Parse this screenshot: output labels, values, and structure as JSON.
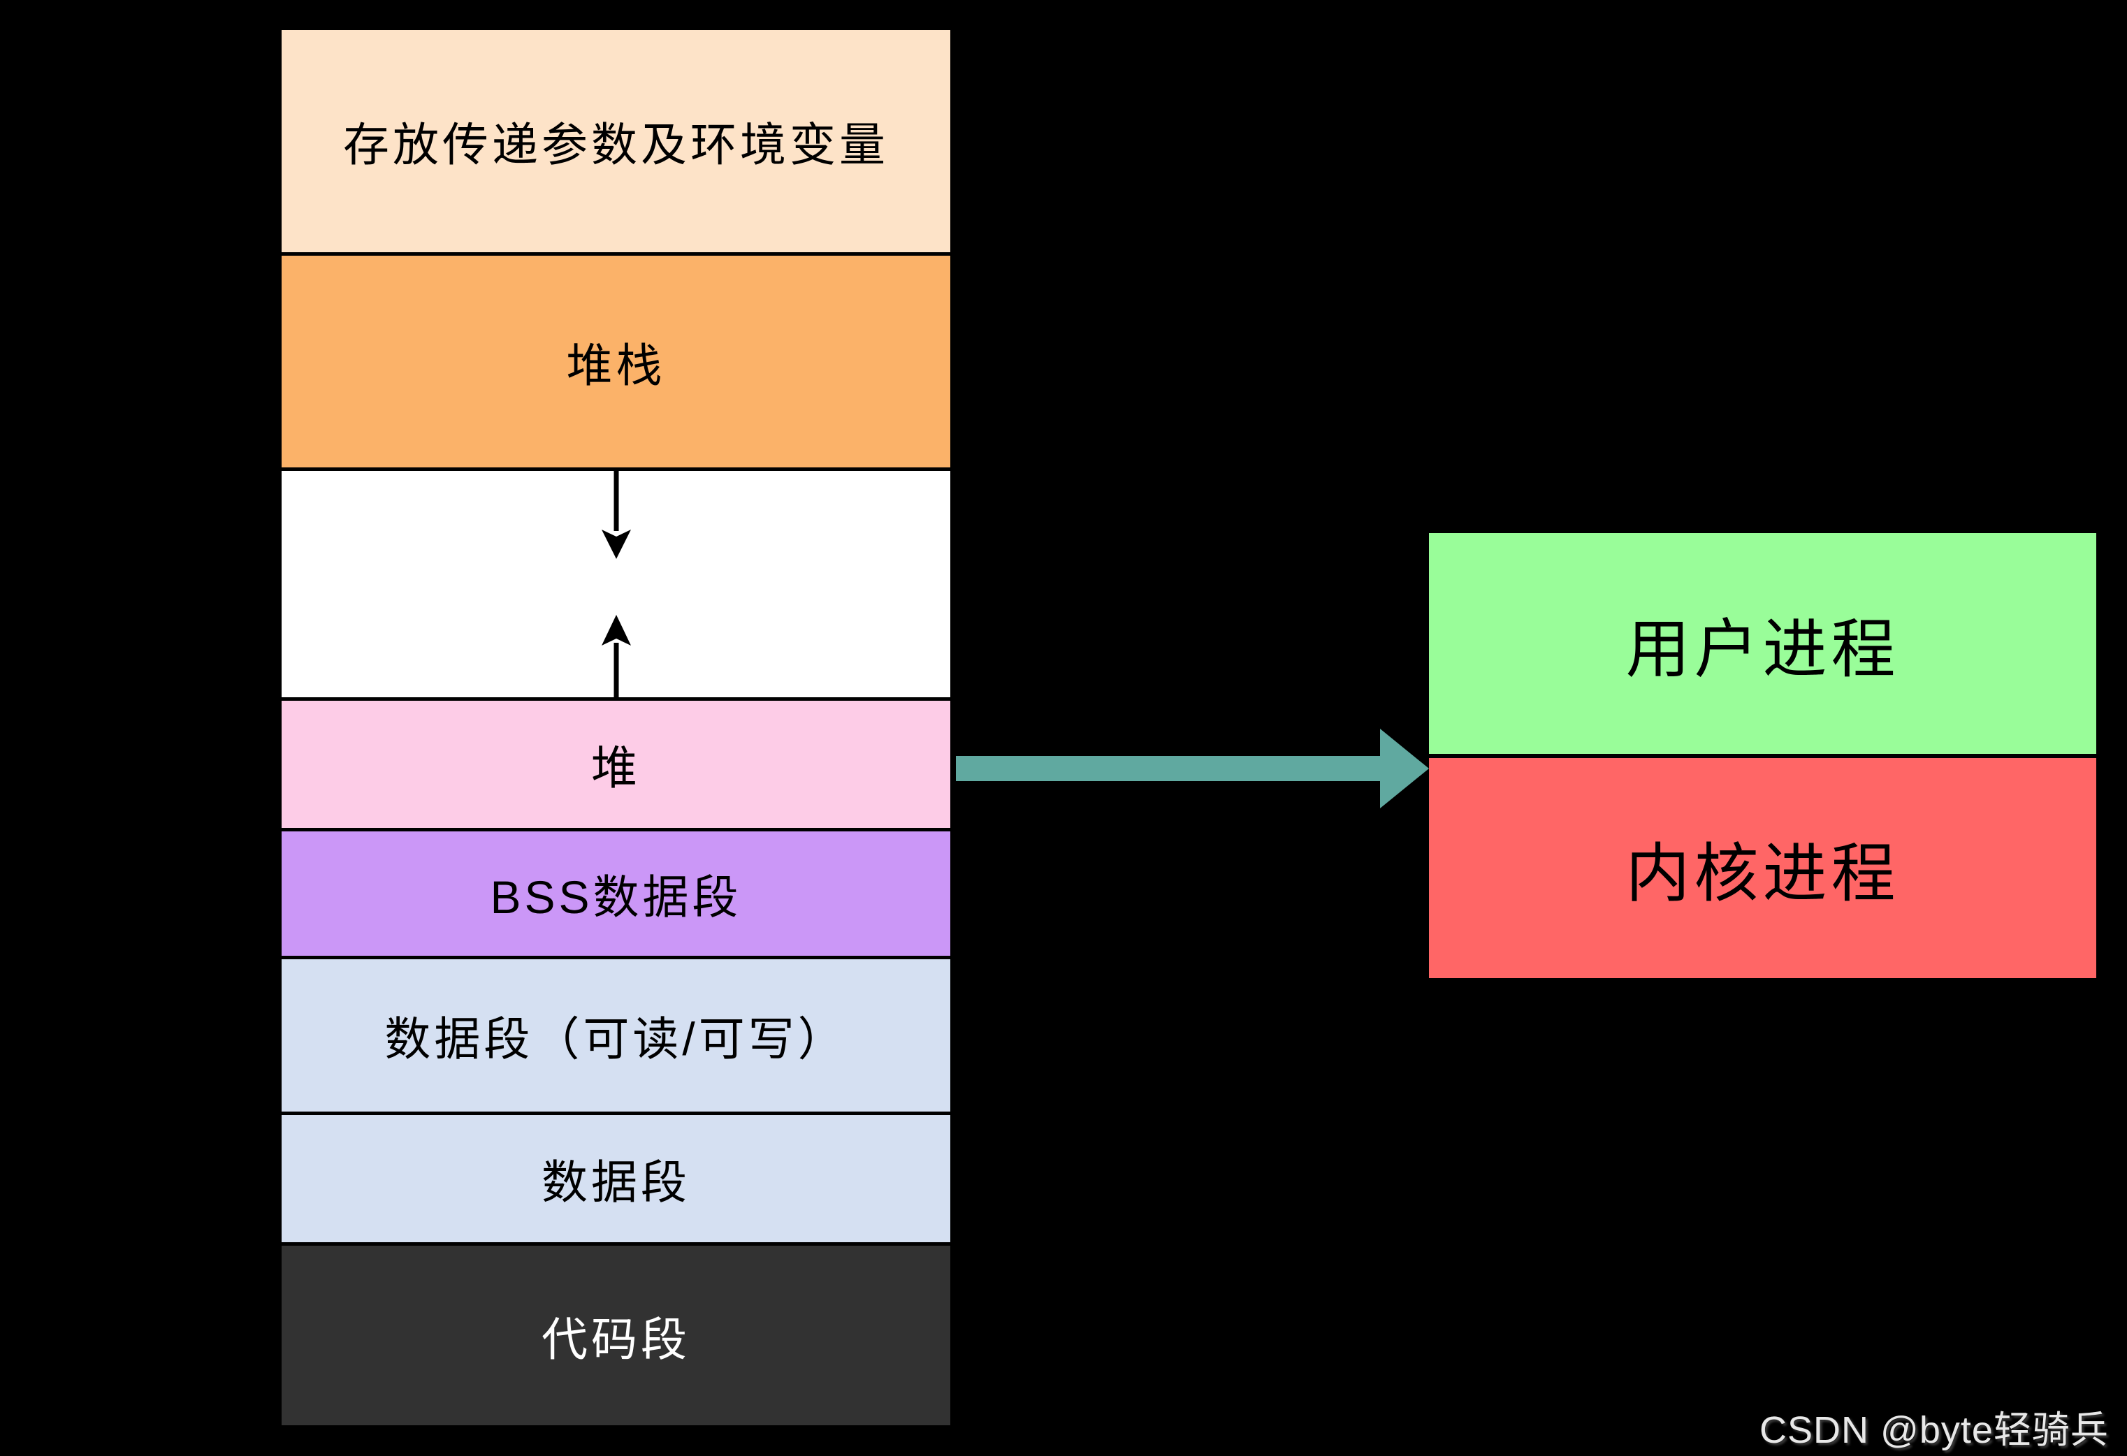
{
  "canvas": {
    "background": "#000000"
  },
  "memory_stack": {
    "segments": [
      {
        "id": "params",
        "label": "存放传递参数及环境变量",
        "fill": "#FDE3C8",
        "text_color": "#000000"
      },
      {
        "id": "stack",
        "label": "堆栈",
        "fill": "#FBB269",
        "text_color": "#000000"
      },
      {
        "id": "free",
        "label": "",
        "fill": "#FFFFFF",
        "text_color": "#000000"
      },
      {
        "id": "heap",
        "label": "堆",
        "fill": "#FDCCE7",
        "text_color": "#000000"
      },
      {
        "id": "bss",
        "label": "BSS数据段",
        "fill": "#CB97F7",
        "text_color": "#000000"
      },
      {
        "id": "data_rw",
        "label": "数据段（可读/可写）",
        "fill": "#D5E0F2",
        "text_color": "#000000"
      },
      {
        "id": "data",
        "label": "数据段",
        "fill": "#D5E0F2",
        "text_color": "#000000"
      },
      {
        "id": "code",
        "label": "代码段",
        "fill": "#323232",
        "text_color": "#FFFFFF"
      }
    ]
  },
  "arrows": {
    "flow_color": "#60A9A0",
    "growth_color": "#000000"
  },
  "process_boxes": [
    {
      "id": "user",
      "label": "用户进程",
      "fill": "#99FD99",
      "text_color": "#000000"
    },
    {
      "id": "kernel",
      "label": "内核进程",
      "fill": "#FF6666",
      "text_color": "#000000"
    }
  ],
  "watermark": {
    "text": "CSDN @byte轻骑兵",
    "color": "#E8E8E8"
  }
}
